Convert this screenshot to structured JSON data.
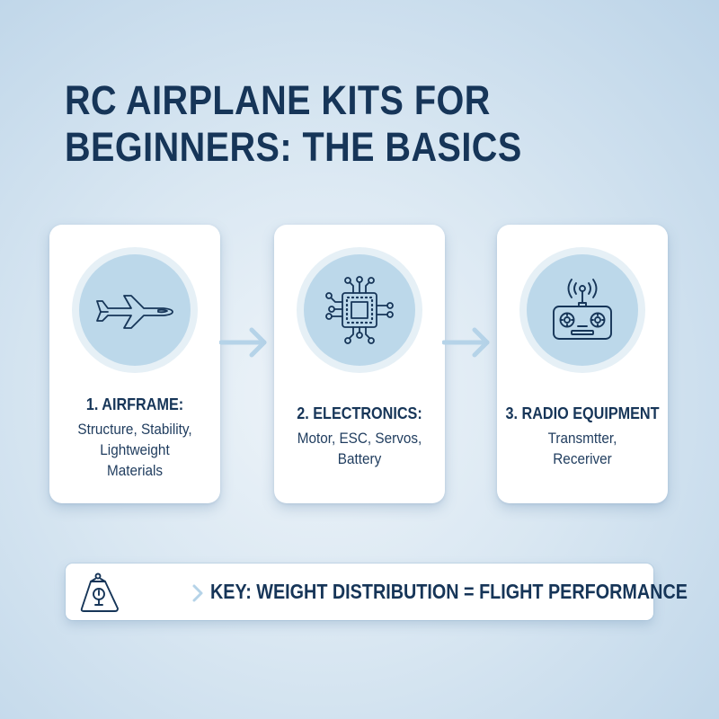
{
  "title": {
    "line1": "RC AIRPLANE KITS FOR",
    "line2": "BEGINNERS: THE BASICS"
  },
  "cards": [
    {
      "icon": "airplane-icon",
      "heading": "1. AIRFRAME:",
      "lines": [
        "Structure, Stability,",
        "Lightweight",
        "Materials"
      ]
    },
    {
      "icon": "circuit-chip-icon",
      "heading": "2. ELECTRONICS:",
      "lines": [
        "Motor, ESC, Servos,",
        "Battery"
      ]
    },
    {
      "icon": "radio-transmitter-icon",
      "heading": "3. RADIO EQUIPMENT",
      "lines": [
        "Transmtter,",
        "Receriver"
      ]
    }
  ],
  "flow_arrows": [
    "arrow-right-icon",
    "arrow-right-icon"
  ],
  "key": {
    "icon": "weight-icon",
    "text": "KEY: WEIGHT DISTRIBUTION = FLIGHT PERFORMANCE"
  },
  "colors": {
    "text_primary": "#163558",
    "icon_bg": "#bcd8ea",
    "icon_ring": "#e6f0f6",
    "arrow": "#b5d3e8",
    "background": "#d9e7f2"
  }
}
